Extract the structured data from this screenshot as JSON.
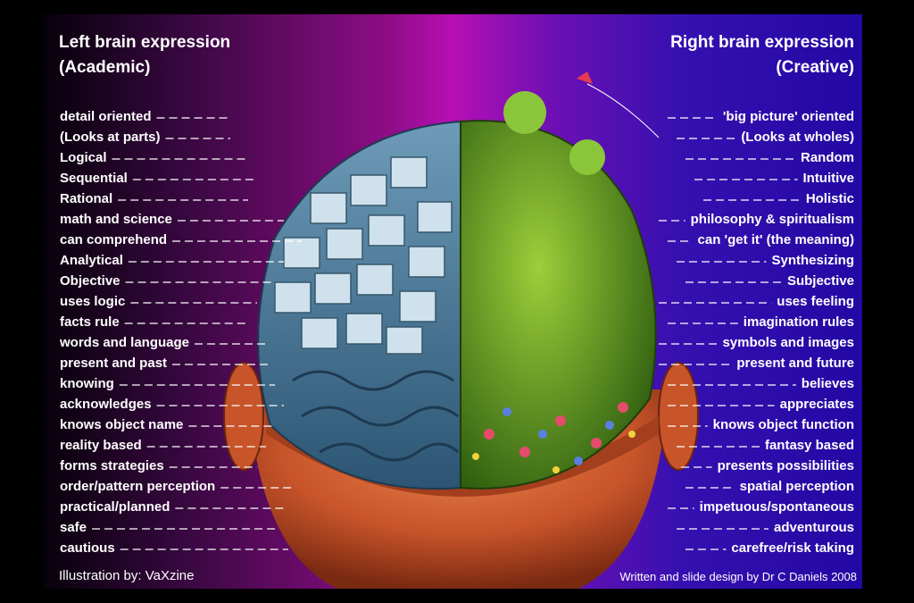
{
  "titles": {
    "left_line1": "Left brain expression",
    "left_line2": "(Academic)",
    "right_line1": "Right brain expression",
    "right_line2": "(Creative)"
  },
  "left_items": [
    "detail oriented",
    "(Looks at parts)",
    "Logical",
    "Sequential",
    "Rational",
    "math and science",
    "can comprehend",
    "Analytical",
    "Objective",
    "uses logic",
    "facts rule",
    "words and language",
    "present and past",
    "knowing",
    "acknowledges",
    "knows object name",
    "reality based",
    "forms strategies",
    "order/pattern perception",
    "practical/planned",
    "safe",
    "cautious"
  ],
  "right_items": [
    "'big picture' oriented",
    "(Looks at wholes)",
    "Random",
    "Intuitive",
    "Holistic",
    "philosophy & spiritualism",
    "can 'get it' (the meaning)",
    "Synthesizing",
    "Subjective",
    "uses feeling",
    "imagination rules",
    "symbols and images",
    "present and future",
    "believes",
    "appreciates",
    "knows object function",
    "fantasy based",
    "presents possibilities",
    "spatial perception",
    "impetuous/spontaneous",
    "adventurous",
    "carefree/risk taking"
  ],
  "credits": {
    "illustration": "Illustration by: VaXzine",
    "written": "Written and slide design by Dr C Daniels 2008"
  },
  "colors": {
    "background_left": "#07010a",
    "background_center": "#b70fb4",
    "background_right": "#2308a4",
    "left_brain": "#3e6f8c",
    "right_brain": "#4f8a1c",
    "head": "#c8542a"
  }
}
